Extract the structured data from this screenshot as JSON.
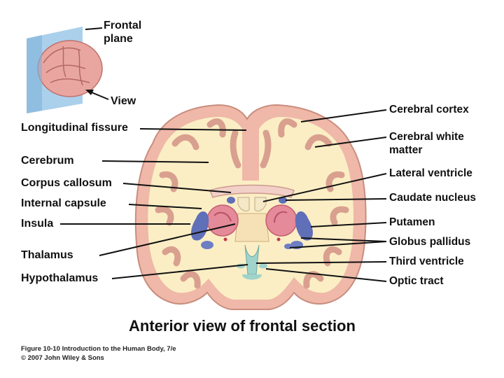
{
  "inset": {
    "label_plane_line1": "Frontal",
    "label_plane_line2": "plane",
    "label_view": "View"
  },
  "labels_left": {
    "longitudinal_fissure": "Longitudinal fissure",
    "cerebrum": "Cerebrum",
    "corpus_callosum": "Corpus callosum",
    "internal_capsule": "Internal capsule",
    "insula": "Insula",
    "thalamus": "Thalamus",
    "hypothalamus": "Hypothalamus"
  },
  "labels_right": {
    "cerebral_cortex": "Cerebral cortex",
    "cerebral_white_matter_line1": "Cerebral white",
    "cerebral_white_matter_line2": "matter",
    "lateral_ventricle": "Lateral ventricle",
    "caudate_nucleus": "Caudate nucleus",
    "putamen": "Putamen",
    "globus_pallidus": "Globus pallidus",
    "third_ventricle": "Third ventricle",
    "optic_tract": "Optic tract"
  },
  "caption": "Anterior view of frontal section",
  "credit_line1": "Figure 10-10 Introduction to the Human Body, 7/e",
  "credit_line2": "© 2007 John Wiley & Sons",
  "colors": {
    "cortex": "#efb8a8",
    "white_matter": "#fbeec5",
    "putamen": "#5f6fb8",
    "globus_pallidus": "#d9596f",
    "plane": "#9cc8e8",
    "leader": "#111111"
  }
}
